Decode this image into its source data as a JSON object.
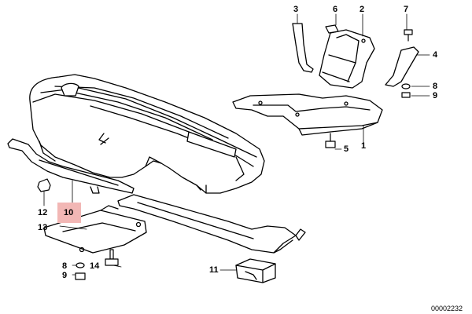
{
  "callouts": {
    "c1": "1",
    "c2": "2",
    "c3": "3",
    "c4": "4",
    "c5": "5",
    "c6": "6",
    "c7": "7",
    "c8a": "8",
    "c9a": "9",
    "c10": "10",
    "c11": "11",
    "c12": "12",
    "c13": "13",
    "c14": "14",
    "c8b": "8",
    "c9b": "9"
  },
  "highlight_color": "#f2b7b5",
  "drawing_number": "00002232"
}
